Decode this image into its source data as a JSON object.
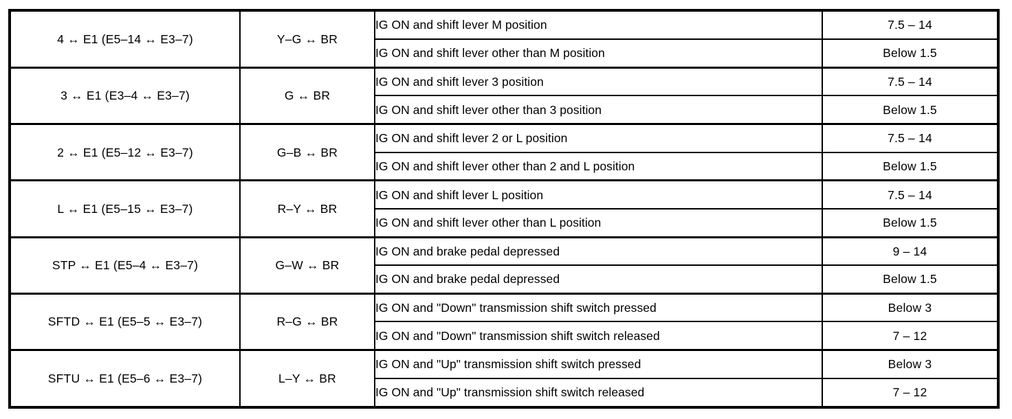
{
  "table": {
    "columns": [
      {
        "key": "terminal",
        "align": "center",
        "name": "terminals-column"
      },
      {
        "key": "wire",
        "align": "center",
        "name": "wire-color-column"
      },
      {
        "key": "condition",
        "align": "left",
        "name": "condition-column"
      },
      {
        "key": "value",
        "align": "center",
        "name": "specified-value-column"
      }
    ],
    "groups": [
      {
        "terminal": "4 ↔ E1 (E5–14 ↔ E3–7)",
        "wire": "Y–G ↔ BR",
        "rows": [
          {
            "condition": "IG ON and shift lever M position",
            "value": "7.5 – 14"
          },
          {
            "condition": "IG ON and shift lever other than M position",
            "value": "Below 1.5"
          }
        ]
      },
      {
        "terminal": "3 ↔ E1 (E3–4 ↔ E3–7)",
        "wire": "G ↔ BR",
        "rows": [
          {
            "condition": "IG ON and shift lever 3 position",
            "value": "7.5 – 14"
          },
          {
            "condition": "IG ON and shift lever other than 3 position",
            "value": "Below 1.5"
          }
        ]
      },
      {
        "terminal": "2 ↔ E1 (E5–12 ↔ E3–7)",
        "wire": "G–B ↔ BR",
        "rows": [
          {
            "condition": "IG ON and shift lever 2 or L position",
            "value": "7.5 – 14"
          },
          {
            "condition": "IG ON and shift lever other than 2 and L position",
            "value": "Below 1.5"
          }
        ]
      },
      {
        "terminal": "L ↔ E1 (E5–15 ↔ E3–7)",
        "wire": "R–Y ↔ BR",
        "rows": [
          {
            "condition": "IG ON and shift lever L position",
            "value": "7.5 – 14"
          },
          {
            "condition": "IG ON and shift lever other than L position",
            "value": "Below 1.5"
          }
        ]
      },
      {
        "terminal": "STP ↔ E1 (E5–4 ↔ E3–7)",
        "wire": "G–W ↔ BR",
        "rows": [
          {
            "condition": "IG ON and brake pedal depressed",
            "value": "9 – 14"
          },
          {
            "condition": "IG ON and brake pedal depressed",
            "value": "Below 1.5"
          }
        ]
      },
      {
        "terminal": "SFTD ↔ E1 (E5–5 ↔ E3–7)",
        "wire": "R–G ↔ BR",
        "rows": [
          {
            "condition": "IG ON and \"Down\" transmission shift switch pressed",
            "value": "Below 3"
          },
          {
            "condition": "IG ON and \"Down\" transmission shift switch released",
            "value": "7 – 12"
          }
        ]
      },
      {
        "terminal": "SFTU ↔ E1 (E5–6 ↔ E3–7)",
        "wire": "L–Y ↔ BR",
        "rows": [
          {
            "condition": "IG ON and \"Up\" transmission shift switch pressed",
            "value": "Below 3"
          },
          {
            "condition": "IG ON and \"Up\" transmission shift switch released",
            "value": "7 – 12"
          }
        ]
      }
    ]
  }
}
